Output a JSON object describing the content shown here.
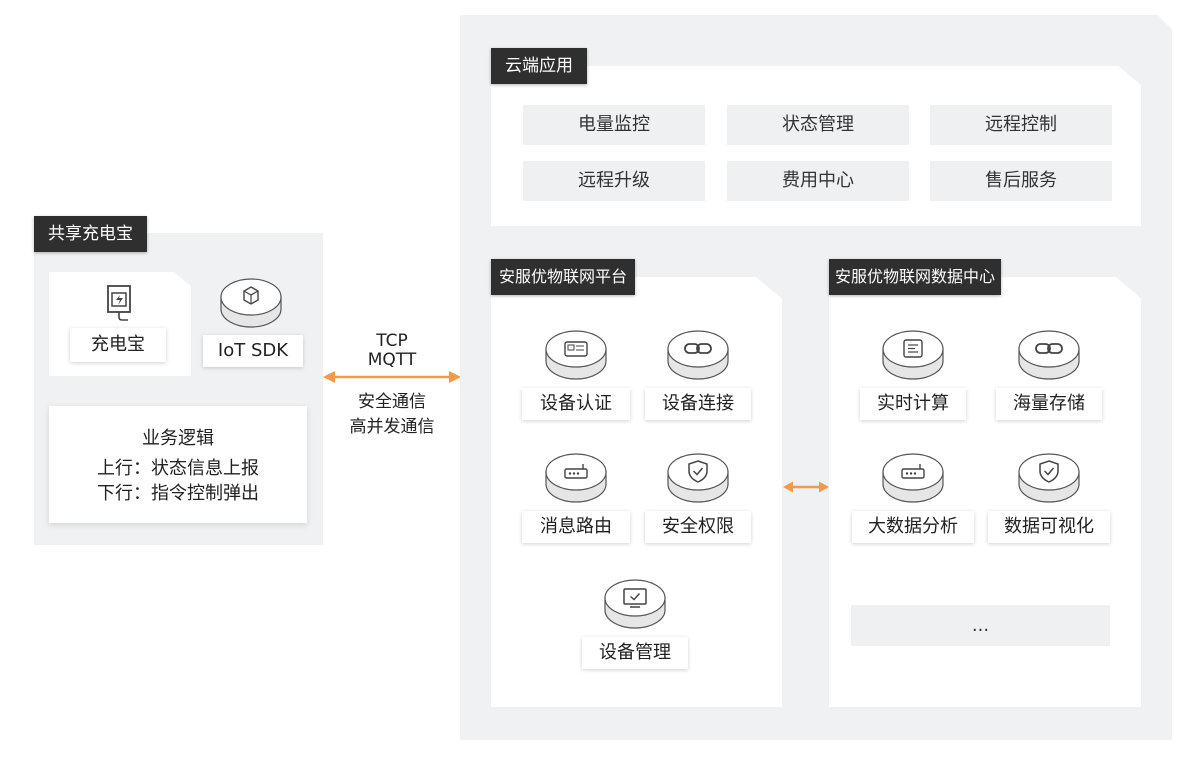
{
  "left": {
    "title": "共享充电宝",
    "device_label": "充电宝",
    "sdk_label": "IoT SDK",
    "logic": {
      "title": "业务逻辑",
      "up": "上行：状态信息上报",
      "down": "下行：指令控制弹出"
    }
  },
  "connection": {
    "protocol_1": "TCP",
    "protocol_2": "MQTT",
    "feature_1": "安全通信",
    "feature_2": "高并发通信"
  },
  "cloud": {
    "title": "云端应用",
    "apps": [
      "电量监控",
      "状态管理",
      "远程控制",
      "远程升级",
      "费用中心",
      "售后服务"
    ]
  },
  "platform": {
    "title": "安服优物联网平台",
    "items": [
      "设备认证",
      "设备连接",
      "消息路由",
      "安全权限",
      "设备管理"
    ]
  },
  "datacenter": {
    "title": "安服优物联网数据中心",
    "items": [
      "实时计算",
      "海量存储",
      "大数据分析",
      "数据可视化"
    ],
    "more": "..."
  },
  "colors": {
    "arrow": "#f29a4a",
    "tag_bg": "#2f2f2f",
    "panel_bg": "#f0f1f3"
  },
  "icons": {
    "device": "power-bank-icon",
    "sdk": "sdk-cube-icon",
    "auth": "id-card-icon",
    "connect": "link-icon",
    "route": "router-icon",
    "security": "shield-check-icon",
    "manage": "monitor-check-icon",
    "realtime": "list-icon",
    "storage": "link-icon",
    "bigdata": "router-icon",
    "visual": "shield-check-icon"
  }
}
